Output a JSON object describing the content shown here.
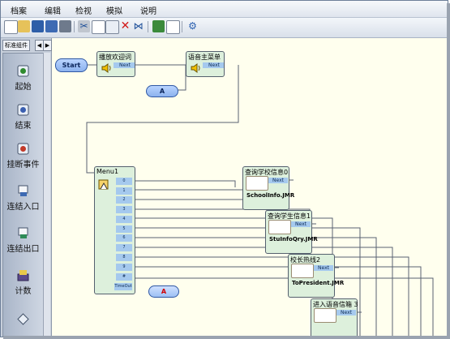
{
  "menubar": {
    "items": [
      "档案",
      "编辑",
      "检视",
      "模拟",
      "说明"
    ]
  },
  "toolbar": {
    "buttons": [
      "new-icon",
      "open-icon",
      "save-icon",
      "saveas-icon",
      "print-icon",
      "cut-icon",
      "copy-icon",
      "paste-icon",
      "delete-icon",
      "connect-icon",
      "properties-icon",
      "compile-icon",
      "help-icon"
    ]
  },
  "palette": {
    "tab_label": "标准组件",
    "items": [
      {
        "label": "起始",
        "icon": "start-icon"
      },
      {
        "label": "结束",
        "icon": "end-icon"
      },
      {
        "label": "挂断事件",
        "icon": "hangup-event-icon"
      },
      {
        "label": "连结入口",
        "icon": "link-in-icon"
      },
      {
        "label": "连结出口",
        "icon": "link-out-icon"
      },
      {
        "label": "计数",
        "icon": "counter-icon"
      }
    ]
  },
  "flow": {
    "start_label": "Start",
    "connector_a": "A",
    "welcome_node": {
      "title": "播放欢迎词",
      "next_label": "Next"
    },
    "mainmenu_node": {
      "title": "语音主菜单",
      "next_label": "Next"
    },
    "menu_node": {
      "title": "Menu1",
      "options": [
        "0",
        "1",
        "2",
        "3",
        "4",
        "5",
        "6",
        "7",
        "8",
        "9",
        "#"
      ],
      "timeout_label": "TimeOut"
    },
    "jmr_nodes": [
      {
        "title": "查询学校信息0",
        "next_label": "Next",
        "file": "SchoolInfo.JMR"
      },
      {
        "title": "查询学生信息1",
        "next_label": "Next",
        "file": "StuInfoQry.JMR"
      },
      {
        "title": "校长热线2",
        "next_label": "Next",
        "file": "ToPresident.JMR"
      },
      {
        "title": "进入语音信箱 3",
        "next_label": "Next",
        "file": ""
      }
    ]
  },
  "colors": {
    "node_body": "#ddf0dc",
    "port_bar": "#a5c9ee",
    "canvas": "#ffffee",
    "wire": "#596272"
  }
}
